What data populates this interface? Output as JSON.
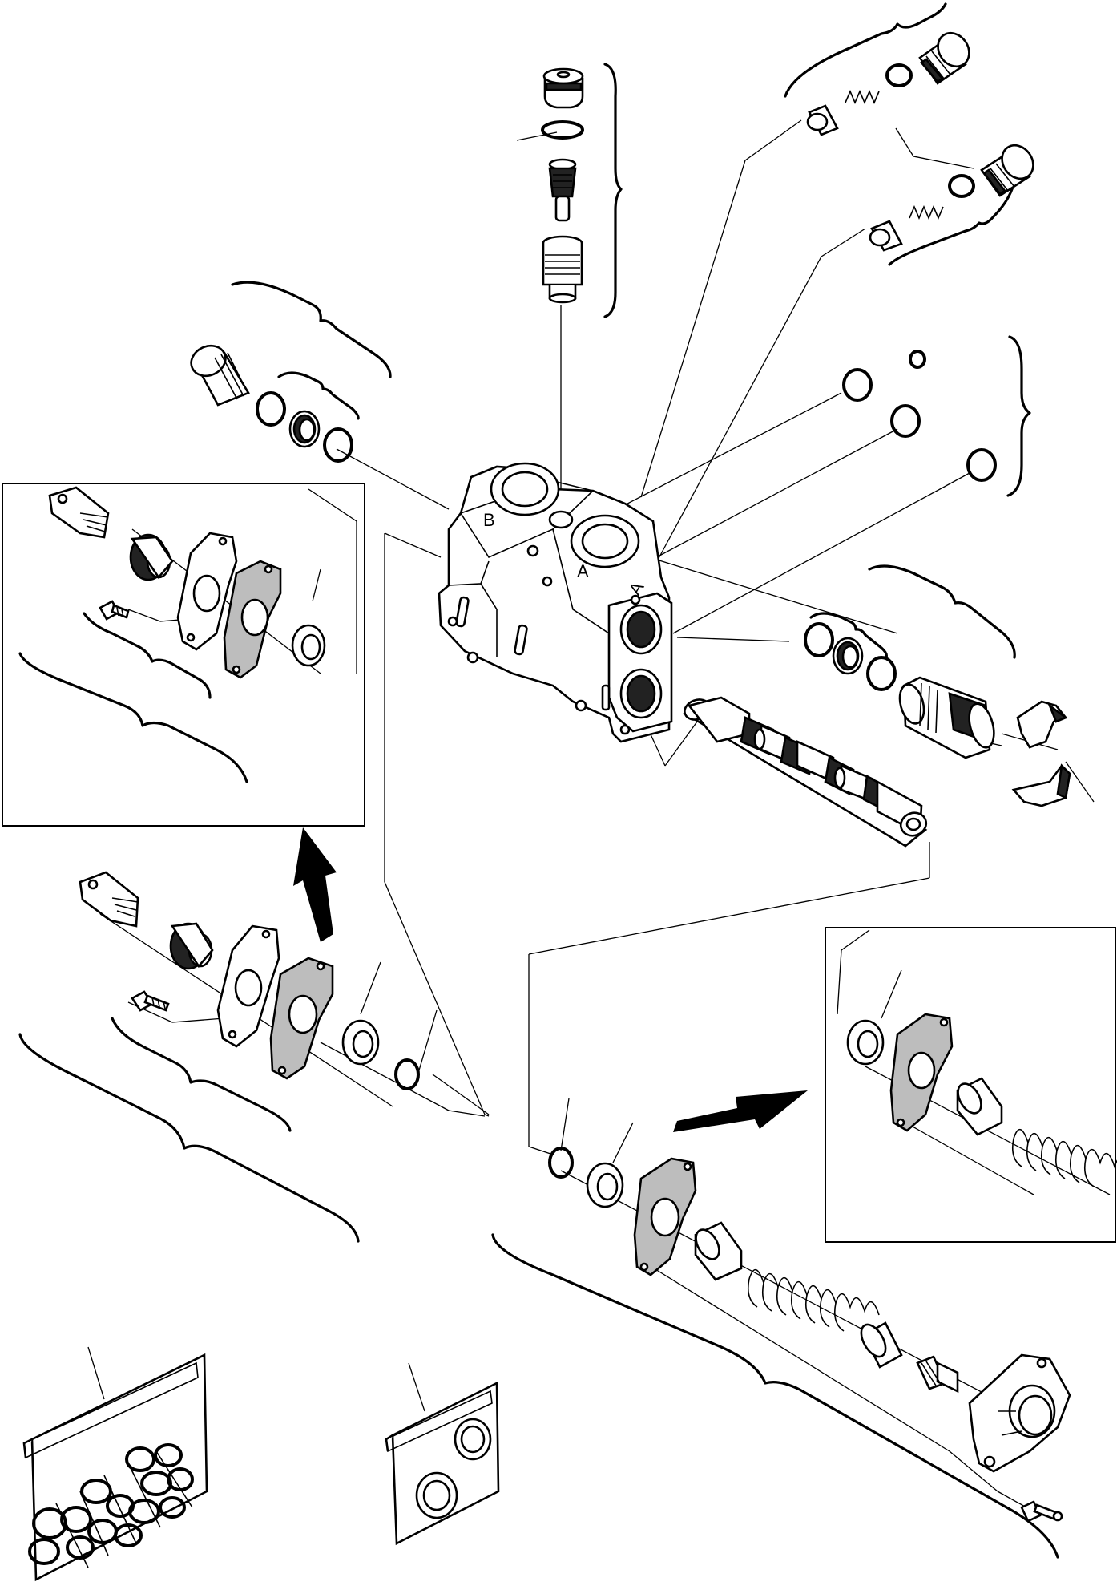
{
  "diagram": {
    "port_labels": {
      "b_top": "B",
      "a_top": "A",
      "a_side": "A"
    }
  }
}
